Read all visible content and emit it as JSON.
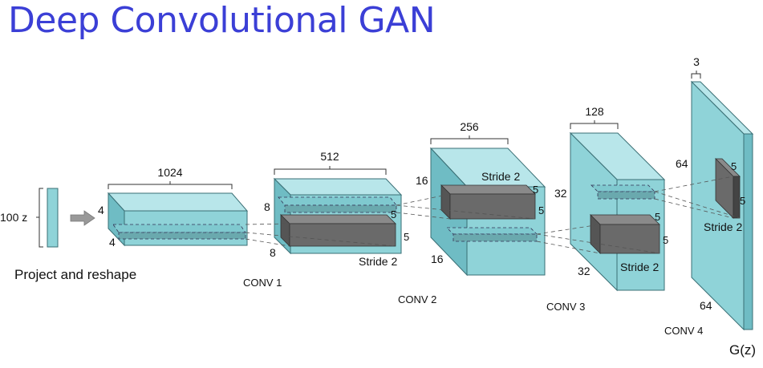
{
  "title": "Deep Convolutional GAN",
  "input": {
    "size_label": "100 z",
    "caption": "Project and reshape"
  },
  "block0": {
    "width": "1024",
    "height": "4",
    "depth": "4"
  },
  "conv1": {
    "name": "CONV 1",
    "width": "512",
    "height": "8",
    "depth": "8",
    "kernel_h": "5",
    "kernel_w": "5",
    "stride": "Stride 2"
  },
  "conv2": {
    "name": "CONV 2",
    "width": "256",
    "height": "16",
    "depth": "16",
    "kernel_h": "5",
    "kernel_w": "5",
    "stride": "Stride 2"
  },
  "conv3": {
    "name": "CONV 3",
    "width": "128",
    "height": "32",
    "depth": "32",
    "kernel_h": "5",
    "kernel_w": "5",
    "stride": "Stride 2"
  },
  "conv4": {
    "name": "CONV 4",
    "width": "3",
    "height": "64",
    "depth": "64",
    "kernel_h": "5",
    "kernel_w": "5",
    "stride": "Stride 2"
  },
  "output": {
    "label": "G(z)"
  },
  "colors": {
    "title": "#3b3fd6",
    "volume_front": "#8fd3d8",
    "volume_top": "#b8e6ea",
    "volume_side": "#6fbcc4",
    "kernel": "#6a6a6a"
  }
}
